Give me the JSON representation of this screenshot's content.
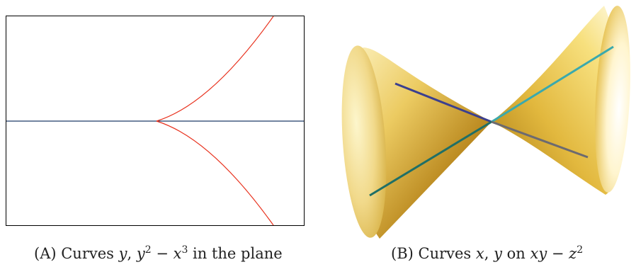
{
  "panel_a": {
    "caption": {
      "label": "(A)",
      "text": "Curves y, y² − x³ in the plane",
      "pre": " Curves ",
      "var_y": "y",
      "sep": ", ",
      "var_y2": "y",
      "exp_2": "2",
      "minus": " − ",
      "var_x": "x",
      "exp_3": "3",
      "post": " in the plane"
    },
    "colors": {
      "line_y": "#1f3a68",
      "cusp": "#e8321e",
      "frame": "#000000"
    }
  },
  "panel_b": {
    "caption": {
      "label": "(B)",
      "text": "Curves x, y on xy − z²",
      "pre": " Curves ",
      "var_x": "x",
      "sep": ", ",
      "var_y": "y",
      "on": " on ",
      "var_xy": "xy",
      "minus": " − ",
      "var_z": "z",
      "exp_2": "2"
    },
    "colors": {
      "cone": "#e0b63a",
      "cone_highlight": "#fdf5c4",
      "line_x": "#3b3f8f",
      "line_y": "#1f6f66",
      "line_cyan": "#4fd3d8"
    }
  }
}
